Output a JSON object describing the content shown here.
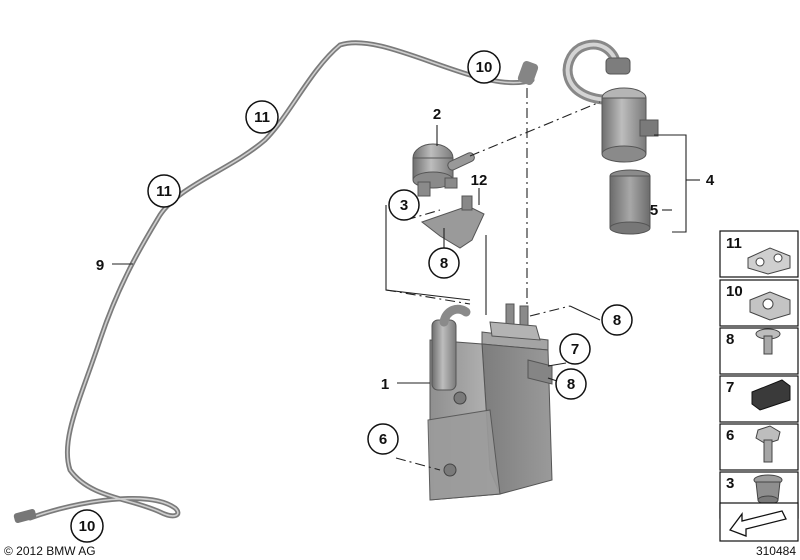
{
  "callouts": {
    "c1": "1",
    "c2": "2",
    "c3": "3",
    "c4": "4",
    "c5": "5",
    "c6": "6",
    "c7": "7",
    "c8a": "8",
    "c8b": "8",
    "c8c": "8",
    "c9": "9",
    "c10a": "10",
    "c10b": "10",
    "c11a": "11",
    "c11b": "11",
    "c12": "12"
  },
  "side_panel": {
    "items": [
      {
        "number": "11",
        "part": "double-clip"
      },
      {
        "number": "10",
        "part": "hose-clip"
      },
      {
        "number": "8",
        "part": "screw"
      },
      {
        "number": "7",
        "part": "rubber-buffer"
      },
      {
        "number": "6",
        "part": "hex-bolt"
      },
      {
        "number": "3",
        "part": "grommet"
      }
    ]
  },
  "footer": {
    "copyright": "© 2012 BMW AG",
    "diagram_number": "310484"
  }
}
